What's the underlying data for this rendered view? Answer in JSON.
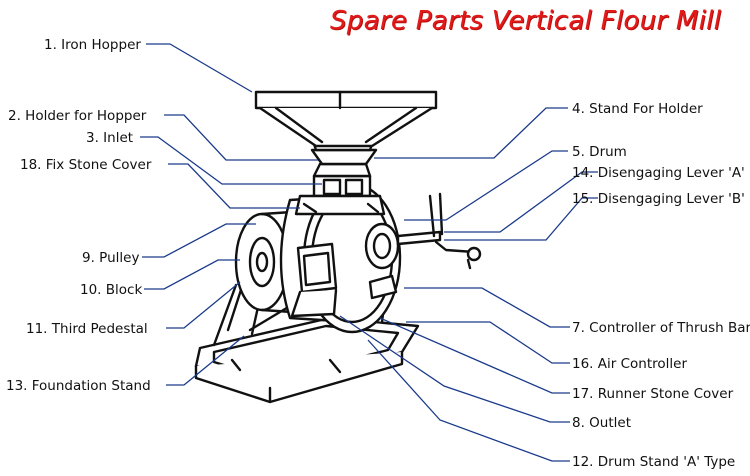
{
  "title": "Spare Parts Vertical Flour Mill",
  "colors": {
    "title": "#e21a1a",
    "leader": "#1a3a8a",
    "machine": "#111111",
    "machine_fill": "#ffffff"
  },
  "labels_left": [
    "1. Iron Hopper",
    "2. Holder for Hopper",
    "3. Inlet",
    "18. Fix Stone Cover",
    "9. Pulley",
    "10. Block",
    "11. Third Pedestal",
    "13. Foundation Stand"
  ],
  "labels_right": [
    "4. Stand For Holder",
    "5. Drum",
    "14. Disengaging Lever 'A'",
    "15. Disengaging Lever 'B'",
    "7. Controller of Thrush Bar",
    "16. Air Controller",
    "17. Runner Stone Cover",
    "8. Outlet",
    "12. Drum Stand 'A' Type"
  ]
}
